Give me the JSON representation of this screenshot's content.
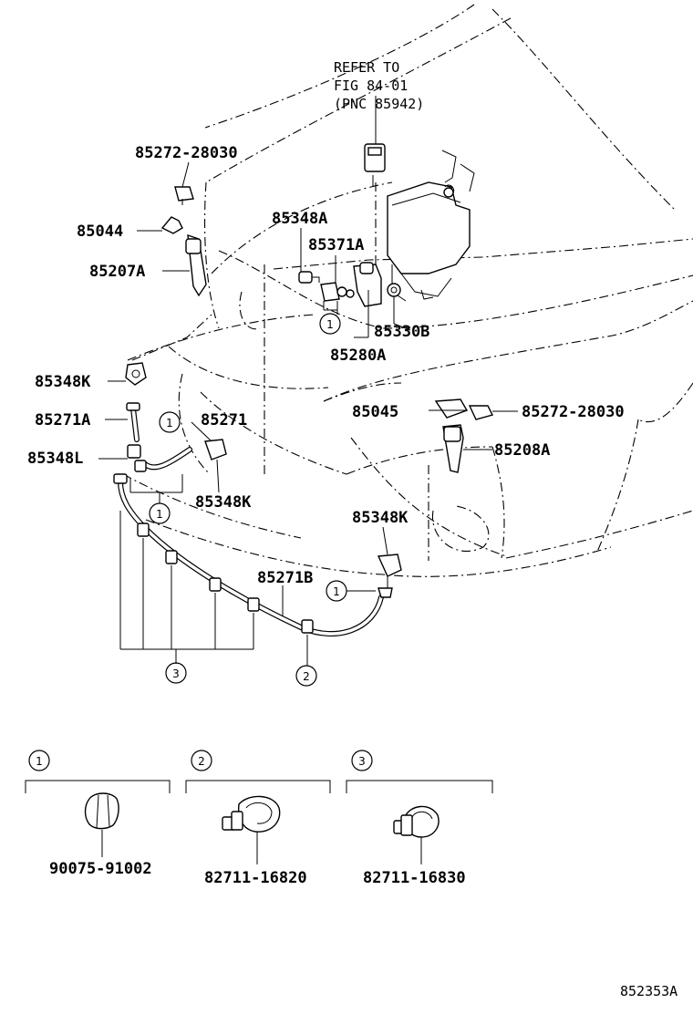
{
  "refer_note": {
    "line1": "REFER TO",
    "line2": "FIG 84-01",
    "line3": "(PNC 85942)"
  },
  "part_labels": {
    "p85272_28030_top": "85272-28030",
    "p85044": "85044",
    "p85207A": "85207A",
    "p85348A": "85348A",
    "p85371A": "85371A",
    "p85330B": "85330B",
    "p85280A": "85280A",
    "p85348K_left": "85348K",
    "p85271A": "85271A",
    "p85271": "85271",
    "p85348L": "85348L",
    "p85348K_mid": "85348K",
    "p85045": "85045",
    "p85272_28030_right": "85272-28030",
    "p85208A": "85208A",
    "p85348K_right": "85348K",
    "p85271B": "85271B"
  },
  "callouts": {
    "c1": "1",
    "c2": "2",
    "c3": "3"
  },
  "legend": [
    {
      "number": "1",
      "part": "90075-91002"
    },
    {
      "number": "2",
      "part": "82711-16820"
    },
    {
      "number": "3",
      "part": "82711-16830"
    }
  ],
  "figure_id": "852353A"
}
